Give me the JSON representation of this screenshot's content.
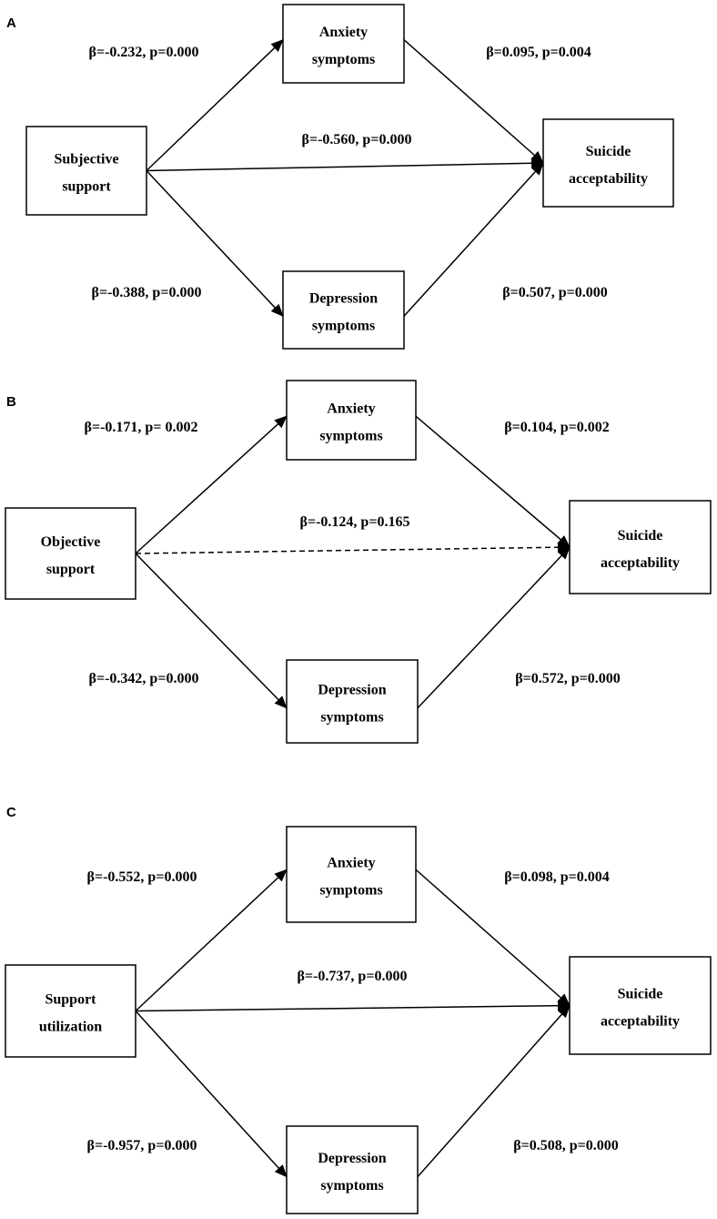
{
  "panels": [
    {
      "label": "A",
      "nodes": {
        "predictor": [
          "Subjective",
          "support"
        ],
        "anxiety": [
          "Anxiety",
          "symptoms"
        ],
        "depression": [
          "Depression",
          "symptoms"
        ],
        "outcome": [
          "Suicide",
          "acceptability"
        ]
      },
      "paths": {
        "predictor_anxiety": {
          "text": "β=-0.232,  p=0.000",
          "style": "solid"
        },
        "anxiety_outcome": {
          "text": "β=0.095, p=0.004",
          "style": "solid"
        },
        "predictor_outcome": {
          "text": "β=-0.560, p=0.000",
          "style": "solid"
        },
        "predictor_depression": {
          "text": "β=-0.388, p=0.000",
          "style": "solid"
        },
        "depression_outcome": {
          "text": "β=0.507, p=0.000",
          "style": "solid"
        }
      }
    },
    {
      "label": "B",
      "nodes": {
        "predictor": [
          "Objective",
          "support"
        ],
        "anxiety": [
          "Anxiety",
          "symptoms"
        ],
        "depression": [
          "Depression",
          "symptoms"
        ],
        "outcome": [
          "Suicide",
          "acceptability"
        ]
      },
      "paths": {
        "predictor_anxiety": {
          "text": "β=-0.171, p= 0.002",
          "style": "solid"
        },
        "anxiety_outcome": {
          "text": "β=0.104, p=0.002",
          "style": "solid"
        },
        "predictor_outcome": {
          "text": "β=-0.124, p=0.165",
          "style": "dashed"
        },
        "predictor_depression": {
          "text": "β=-0.342, p=0.000",
          "style": "solid"
        },
        "depression_outcome": {
          "text": "β=0.572, p=0.000",
          "style": "solid"
        }
      }
    },
    {
      "label": "C",
      "nodes": {
        "predictor": [
          "Support",
          "utilization"
        ],
        "anxiety": [
          "Anxiety",
          "symptoms"
        ],
        "depression": [
          "Depression",
          "symptoms"
        ],
        "outcome": [
          "Suicide",
          "acceptability"
        ]
      },
      "paths": {
        "predictor_anxiety": {
          "text": "β=-0.552, p=0.000",
          "style": "solid"
        },
        "anxiety_outcome": {
          "text": "β=0.098, p=0.004",
          "style": "solid"
        },
        "predictor_outcome": {
          "text": "β=-0.737, p=0.000",
          "style": "solid"
        },
        "predictor_depression": {
          "text": "β=-0.957, p=0.000",
          "style": "solid"
        },
        "depression_outcome": {
          "text": "β=0.508, p=0.000",
          "style": "solid"
        }
      }
    }
  ]
}
